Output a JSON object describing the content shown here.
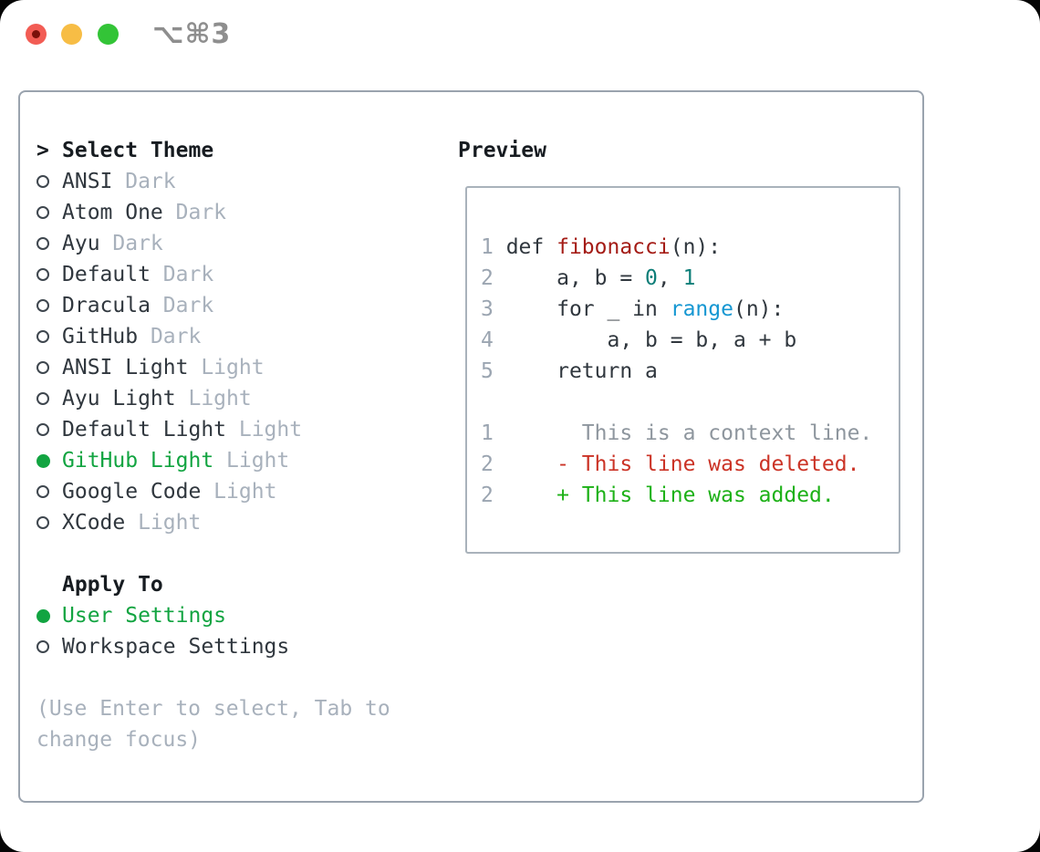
{
  "window": {
    "title": "⌥⌘3",
    "traffic_lights": [
      {
        "name": "close",
        "color": "#f25c54",
        "dot_color": "#7a100a"
      },
      {
        "name": "minimize",
        "color": "#f7bd45"
      },
      {
        "name": "zoom",
        "color": "#33c437"
      }
    ]
  },
  "colors": {
    "title_gray": "#8e8e8e",
    "text_dark": "#30373e",
    "header_dark": "#171c21",
    "muted": "#a8b1bc",
    "line_number": "#9ba5b1",
    "context": "#8e969e",
    "selected_green": "#12a441",
    "added_green": "#1db117",
    "deleted_red": "#cb3326",
    "func_red": "#a41c16",
    "number_teal": "#0d7e78",
    "builtin_blue": "#1697d2",
    "code": "#30373e"
  },
  "sidebar": {
    "rows": [
      {
        "kind": "header",
        "prefix": ">",
        "label": "Select Theme"
      },
      {
        "kind": "theme",
        "name": "ANSI",
        "variant": "Dark",
        "selected": false
      },
      {
        "kind": "theme",
        "name": "Atom One",
        "variant": "Dark",
        "selected": false
      },
      {
        "kind": "theme",
        "name": "Ayu",
        "variant": "Dark",
        "selected": false
      },
      {
        "kind": "theme",
        "name": "Default",
        "variant": "Dark",
        "selected": false
      },
      {
        "kind": "theme",
        "name": "Dracula",
        "variant": "Dark",
        "selected": false
      },
      {
        "kind": "theme",
        "name": "GitHub",
        "variant": "Dark",
        "selected": false
      },
      {
        "kind": "theme",
        "name": "ANSI Light",
        "variant": "Light",
        "selected": false
      },
      {
        "kind": "theme",
        "name": "Ayu Light",
        "variant": "Light",
        "selected": false
      },
      {
        "kind": "theme",
        "name": "Default Light",
        "variant": "Light",
        "selected": false
      },
      {
        "kind": "theme",
        "name": "GitHub Light",
        "variant": "Light",
        "selected": true
      },
      {
        "kind": "theme",
        "name": "Google Code",
        "variant": "Light",
        "selected": false
      },
      {
        "kind": "theme",
        "name": "XCode",
        "variant": "Light",
        "selected": false
      },
      {
        "kind": "blank"
      },
      {
        "kind": "section",
        "label": "Apply To"
      },
      {
        "kind": "option",
        "label": "User Settings",
        "selected": true
      },
      {
        "kind": "option",
        "label": "Workspace Settings",
        "selected": false
      },
      {
        "kind": "blank"
      },
      {
        "kind": "hint",
        "text": "(Use Enter to select, Tab to"
      },
      {
        "kind": "hint",
        "text": "change focus)"
      }
    ]
  },
  "preview": {
    "header": "Preview",
    "lines": [
      {
        "num": "1",
        "segs": [
          [
            "def ",
            "code"
          ],
          [
            "fibonacci",
            "func_red"
          ],
          [
            "(n):",
            "code"
          ]
        ]
      },
      {
        "num": "2",
        "segs": [
          [
            "    a, b = ",
            "code"
          ],
          [
            "0",
            "number_teal"
          ],
          [
            ", ",
            "code"
          ],
          [
            "1",
            "number_teal"
          ]
        ]
      },
      {
        "num": "3",
        "segs": [
          [
            "    for _ in ",
            "code"
          ],
          [
            "range",
            "builtin_blue"
          ],
          [
            "(n):",
            "code"
          ]
        ]
      },
      {
        "num": "4",
        "segs": [
          [
            "        a, b = b, a + b",
            "code"
          ]
        ]
      },
      {
        "num": "5",
        "segs": [
          [
            "    return a",
            "code"
          ]
        ]
      },
      {
        "num": "",
        "segs": []
      },
      {
        "num": "1",
        "segs": [
          [
            "      This is a context line.",
            "context"
          ]
        ]
      },
      {
        "num": "2",
        "segs": [
          [
            "    - This line was deleted.",
            "deleted_red"
          ]
        ]
      },
      {
        "num": "2",
        "segs": [
          [
            "    + This line was added.",
            "added_green"
          ]
        ]
      }
    ]
  }
}
